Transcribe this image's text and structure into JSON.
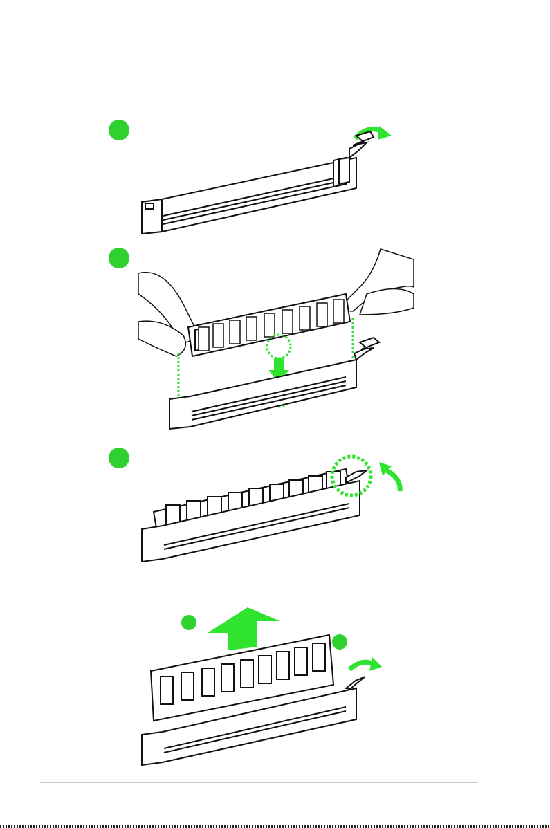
{
  "colors": {
    "accent_green": "#2fe32f",
    "marker_green": "#2ed12e",
    "line_black": "#111111",
    "fill_white": "#ffffff",
    "rule_gray": "#c8c8c8"
  },
  "steps": [
    {
      "id": "1",
      "marker_icon": "green-circle",
      "illustration": "dimm-socket-latch-open"
    },
    {
      "id": "2",
      "marker_icon": "green-circle",
      "illustration": "insert-dimm-into-socket"
    },
    {
      "id": "3",
      "marker_icon": "green-circle",
      "illustration": "latch-closes"
    },
    {
      "id": "4",
      "marker_icon": "green-circle",
      "illustration": "remove-dimm"
    }
  ]
}
